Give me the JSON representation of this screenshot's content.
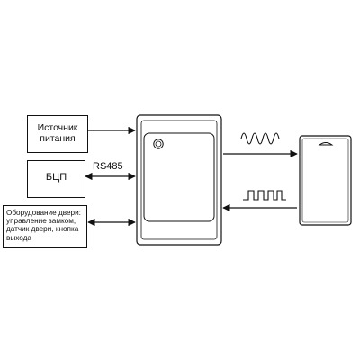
{
  "blocks": {
    "power_supply": "Источник питания",
    "bcp": "БЦП",
    "door_equipment": "Оборудование двери: управление замком, датчик двери, кнопка выхода"
  },
  "links": {
    "rs485": "RS485"
  }
}
